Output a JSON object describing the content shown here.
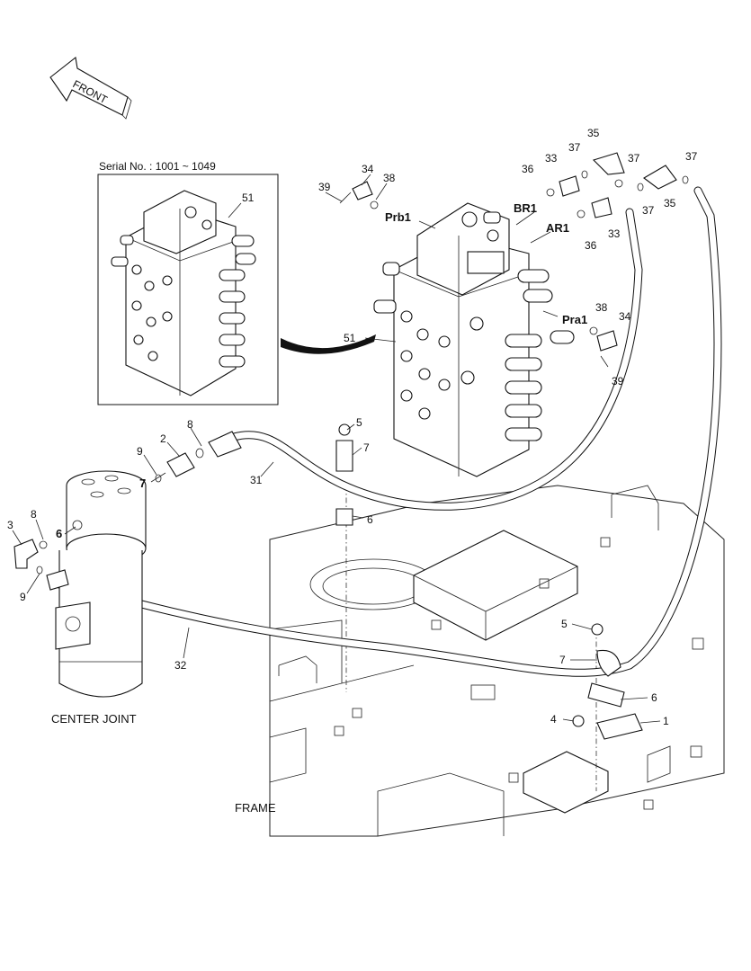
{
  "front_arrow": {
    "label": "FRONT"
  },
  "inset": {
    "serial": "Serial No. : 1001 ~ 1049",
    "part_label": "51"
  },
  "captions": {
    "center_joint": "CENTER JOINT",
    "frame": "FRAME"
  },
  "port_labels": {
    "prb1": "Prb1",
    "br1": "BR1",
    "ar1": "AR1",
    "pra1": "Pra1"
  },
  "callouts": {
    "c34a": "34",
    "c38a": "38",
    "c39a": "39",
    "c35a": "35",
    "c37a": "37",
    "c33a": "33",
    "c36a": "36",
    "c37b": "37",
    "c37c": "37",
    "c35b": "35",
    "c37d": "37",
    "c36b": "36",
    "c33b": "33",
    "c38b": "38",
    "c34b": "34",
    "c39b": "39",
    "c51": "51",
    "c5a": "5",
    "c7a": "7",
    "c6a": "6",
    "c8a": "8",
    "c2": "2",
    "c9a": "9",
    "c7b": "7",
    "c31": "31",
    "c3": "3",
    "c8b": "8",
    "c6b": "6",
    "c9b": "9",
    "c32": "32",
    "c5b": "5",
    "c7c": "7",
    "c6c": "6",
    "c4": "4",
    "c1": "1"
  }
}
